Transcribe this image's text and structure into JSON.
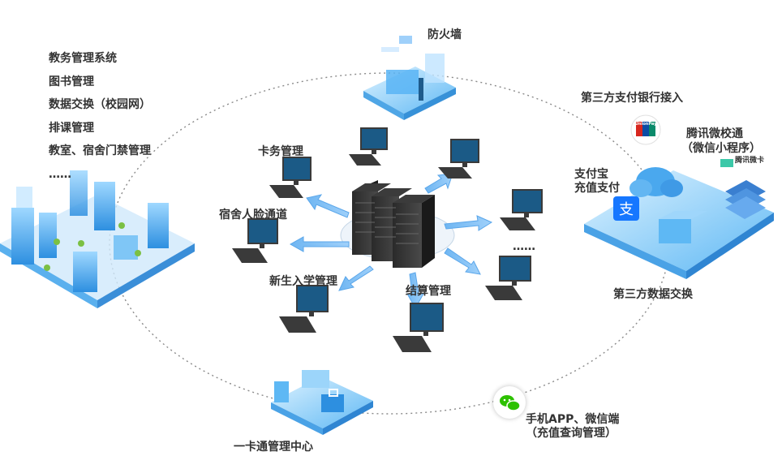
{
  "system_list": [
    "教务管理系统",
    "图书管理",
    "数据交换（校园网）",
    "排课管理",
    "教室、宿舍门禁管理",
    "……"
  ],
  "labels": {
    "firewall": "防火墙",
    "third_party_bank": "第三方支付银行接入",
    "tencent_campus": "腾讯微校通",
    "tencent_campus_sub": "（微信小程序）",
    "tencent_logo": "腾讯微卡",
    "alipay": "支付宝",
    "alipay_sub": "充值支付",
    "third_party_data": "第三方数据交换",
    "card_center": "一卡通管理中心",
    "mobile_app": "手机APP、微信端",
    "mobile_app_sub": "（充值查询管理）",
    "card_mgmt": "卡务管理",
    "dorm_face": "宿舍人脸通道",
    "enrollment": "新生入学管理",
    "settlement": "结算管理",
    "ellipsis": "……",
    "unionpay": "UnionPay 银联"
  },
  "colors": {
    "accent_blue": "#3aa0f0",
    "platform_blue": "#6ec2f6",
    "wechat_green": "#2dc100",
    "alipay_blue": "#1677ff",
    "unionpay_red": "#d7261e"
  },
  "icons": [
    "server-icon",
    "computer-icon",
    "firewall-icon",
    "campus-icon",
    "wechat-icon",
    "alipay-icon",
    "unionpay-icon",
    "cloud-icon"
  ]
}
